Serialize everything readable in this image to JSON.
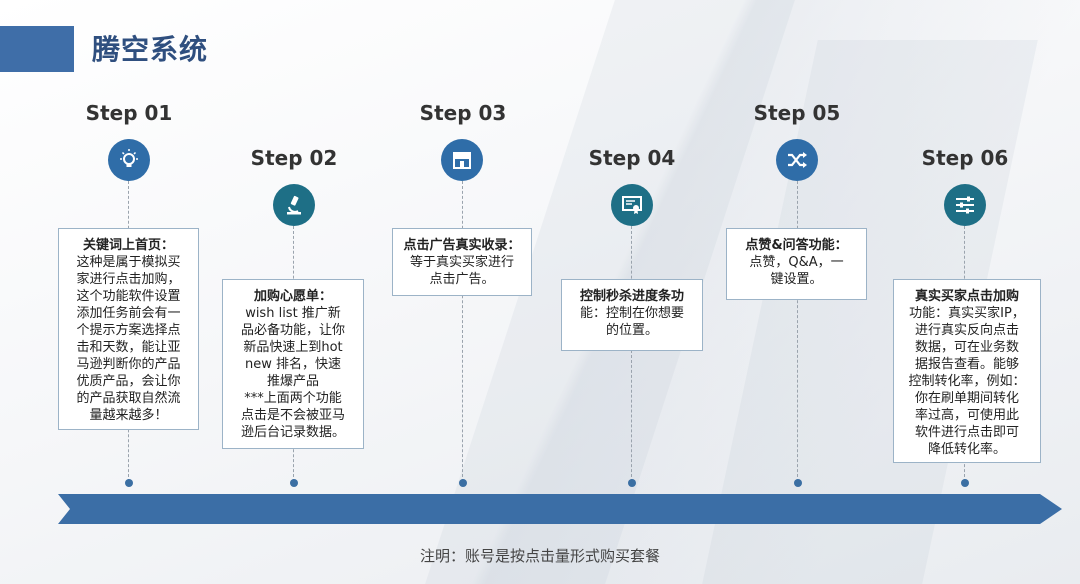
{
  "title": "腾空系统",
  "colors": {
    "accent": "#3f6ea8",
    "title": "#2f4f7f",
    "timeline": "#3b6ea6"
  },
  "steps": [
    {
      "label": "Step 01",
      "icon": "lightbulb-icon",
      "heading": "关键词上首页：",
      "lines": [
        "这种是属于模拟买",
        "家进行点击加购，",
        "这个功能软件设置",
        "添加任务前会有一",
        "个提示方案选择点",
        "击和天数，能让亚",
        "马逊判断你的产品",
        "优质产品，会让你",
        "的产品获取自然流",
        "量越来越多！"
      ]
    },
    {
      "label": "Step 02",
      "icon": "microscope-icon",
      "heading": "加购心愿单：",
      "lines": [
        "wish list 推广新",
        "品必备功能，让你",
        "新品快速上到hot",
        "new 排名，快速",
        "推爆产品",
        "***上面两个功能",
        "点击是不会被亚马",
        "逊后台记录数据。"
      ]
    },
    {
      "label": "Step 03",
      "icon": "storefront-icon",
      "heading": "点击广告真实收录：",
      "lines": [
        "等于真实买家进行",
        "点击广告。"
      ]
    },
    {
      "label": "Step 04",
      "icon": "certificate-icon",
      "heading": "控制秒杀进度条功",
      "lines": [
        "能：控制在你想要",
        "的位置。"
      ]
    },
    {
      "label": "Step 05",
      "icon": "shuffle-icon",
      "heading": "点赞&问答功能：",
      "lines": [
        "点赞，Q&A，一",
        "键设置。"
      ]
    },
    {
      "label": "Step 06",
      "icon": "sliders-icon",
      "heading": "真实买家点击加购",
      "lines": [
        "功能：真实买家IP，",
        "进行真实反向点击",
        "数据，可在业务数",
        "据报告查看。能够",
        "控制转化率，例如：",
        "你在刷单期间转化",
        "率过高，可使用此",
        "软件进行点击即可",
        "降低转化率。"
      ]
    }
  ],
  "note": "注明：账号是按点击量形式购买套餐"
}
